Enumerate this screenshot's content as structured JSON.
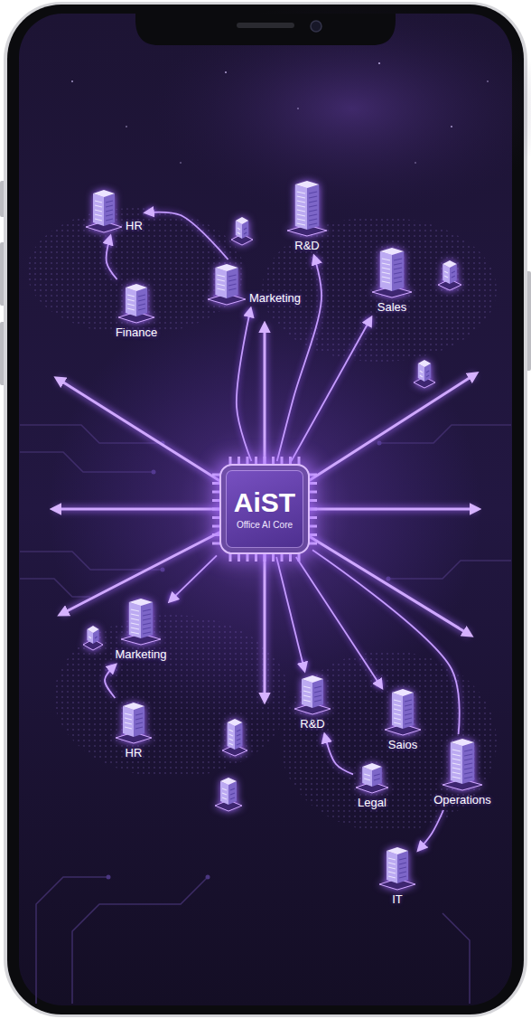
{
  "diagram": {
    "nodes": [
      {
        "text": [
          "HR"
        ]
      },
      {
        "text": [
          "R&D"
        ]
      },
      {
        "text": [
          "Marketing"
        ]
      },
      {
        "text": [
          "Finance"
        ]
      },
      {
        "text": [
          "Sales"
        ]
      },
      {
        "text": [
          "AiST",
          "Office AI Core"
        ]
      },
      {
        "text": [
          "Marketing"
        ]
      },
      {
        "text": [
          "HR"
        ]
      },
      {
        "text": [
          "R&D"
        ]
      },
      {
        "text": [
          "Saios"
        ]
      },
      {
        "text": [
          "Legal"
        ]
      },
      {
        "text": [
          "Operations"
        ]
      },
      {
        "text": [
          "IT"
        ]
      }
    ],
    "edges": [
      {
        "from": 3,
        "to": 0,
        "arrow": "to"
      },
      {
        "from": 2,
        "to": 0,
        "arrow": "to"
      },
      {
        "from": 5,
        "to": 2,
        "arrow": "to"
      },
      {
        "from": 5,
        "to": 1,
        "arrow": "to"
      },
      {
        "from": 5,
        "to": 4,
        "arrow": "to"
      },
      {
        "from": 5,
        "to": 6,
        "arrow": "to"
      },
      {
        "from": 7,
        "to": 6,
        "arrow": "to"
      },
      {
        "from": 5,
        "to": 8,
        "arrow": "to"
      },
      {
        "from": 5,
        "to": 9,
        "arrow": "to"
      },
      {
        "from": 10,
        "to": 8,
        "arrow": "to"
      },
      {
        "from": 11,
        "to": 12,
        "arrow": "to"
      },
      {
        "from": 5,
        "to": 11,
        "arrow": "none"
      }
    ]
  }
}
